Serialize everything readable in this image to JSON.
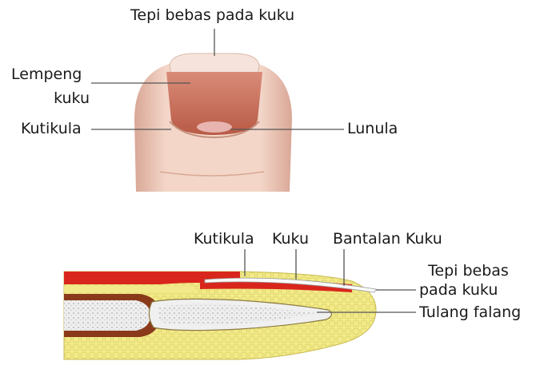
{
  "labels": {
    "top_free_edge": "Tepi bebas pada kuku",
    "nail_plate_line1": "Lempeng",
    "nail_plate_line2": "kuku",
    "cuticle_top": "Kutikula",
    "lunula": "Lunula",
    "cuticle_side": "Kutikula",
    "nail": "Kuku",
    "nail_bed": "Bantalan Kuku",
    "free_edge_side_line1": "Tepi bebas",
    "free_edge_side_line2": "pada kuku",
    "phalanx_bone": "Tulang falang"
  },
  "colors": {
    "skin": "#f3d6c8",
    "skin_shade": "#e3b8a6",
    "nail_plate": "#c86a55",
    "lunula": "#e8b4b0",
    "free_edge": "#f6e4dc",
    "fat": "#f2ea8a",
    "red_tissue": "#d9261c",
    "bone": "#8a3a1a",
    "marrow": "#e9e9e9",
    "leader_line": "#555555"
  }
}
